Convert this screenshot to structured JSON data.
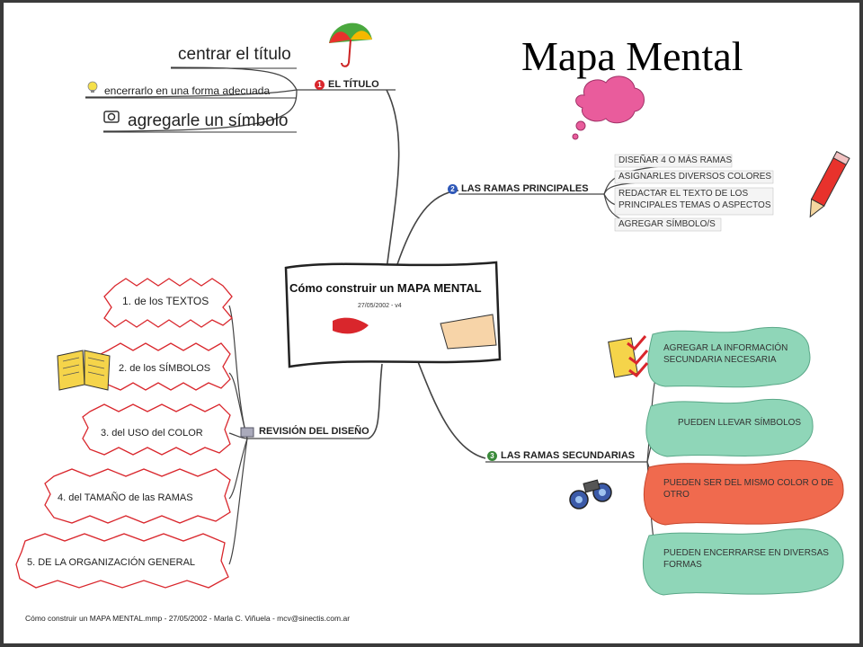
{
  "slide": {
    "title": "Mapa Mental"
  },
  "central": {
    "title": "Cómo construir un MAPA MENTAL",
    "date": "27/05/2002 - v4"
  },
  "branches": {
    "titulo": {
      "label": "EL TÍTULO",
      "badge": "1",
      "items": [
        "centrar el título",
        "encerrarlo en una forma adecuada",
        "agregarle un símbolo"
      ]
    },
    "principales": {
      "label": "LAS RAMAS PRINCIPALES",
      "badge": "2",
      "items": [
        "DISEÑAR 4 O MÁS RAMAS",
        "ASIGNARLES DIVERSOS COLORES",
        "REDACTAR EL TEXTO DE LOS",
        "PRINCIPALES TEMAS O ASPECTOS",
        "AGREGAR SÍMBOLO/S"
      ]
    },
    "secundarias": {
      "label": "LAS RAMAS SECUNDARIAS",
      "badge": "3",
      "items": [
        {
          "line1": "AGREGAR LA INFORMACIÓN",
          "line2": "SECUNDARIA NECESARIA",
          "color": "#8fd6b8"
        },
        {
          "line1": "PUEDEN LLEVAR SÍMBOLOS",
          "line2": "",
          "color": "#8fd6b8"
        },
        {
          "line1": "PUEDEN SER DEL MISMO COLOR O DE",
          "line2": "OTRO",
          "color": "#f06a4e"
        },
        {
          "line1": "PUEDEN ENCERRARSE EN DIVERSAS",
          "line2": "FORMAS",
          "color": "#8fd6b8"
        }
      ]
    },
    "revision": {
      "label": "REVISIÓN DEL DISEÑO",
      "items": [
        "1.  de los TEXTOS",
        "2.  de los SÍMBOLOS",
        "3.  del USO del COLOR",
        "4.  del TAMAÑO de las RAMAS",
        "5.  DE LA ORGANIZACIÓN GENERAL"
      ]
    }
  },
  "footer": "Cómo construir un MAPA MENTAL.mmp - 27/05/2002 - Marla C. Viñuela - mcv@sinectis.com.ar",
  "colors": {
    "teal": "#8fd6b8",
    "coral": "#f06a4e",
    "pink": "#e95c9c",
    "badge_red": "#d9262c",
    "badge_blue": "#2e58b8",
    "badge_green": "#3a8a3a"
  }
}
